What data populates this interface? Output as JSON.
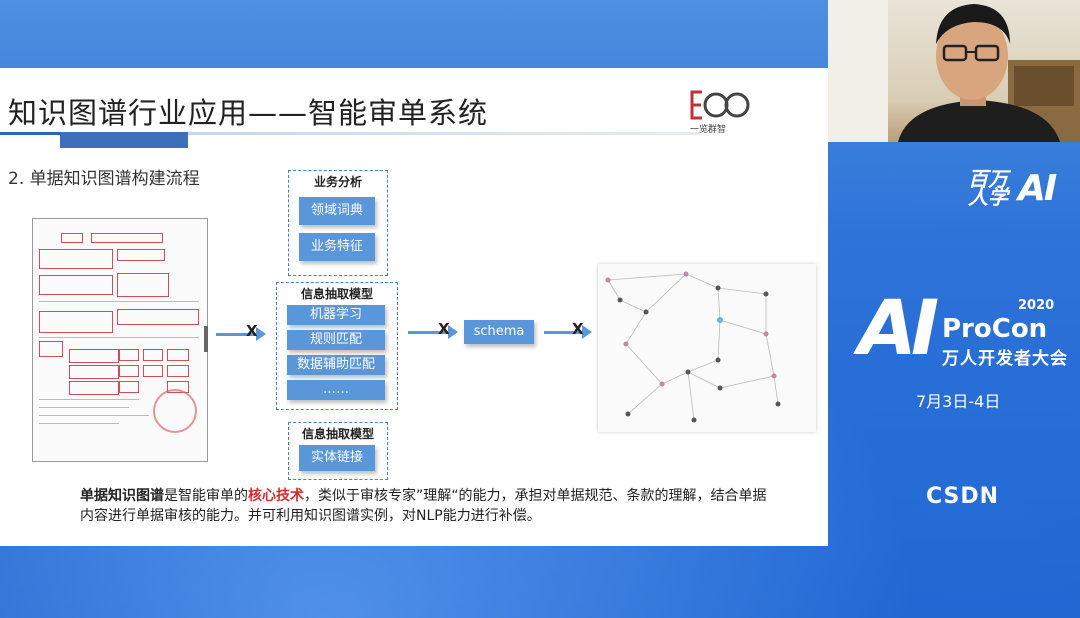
{
  "slide": {
    "title": "知识图谱行业应用——智能审单系统",
    "subtitle": "2. 单据知识图谱构建流程",
    "logo_text": "一览群智",
    "groups": [
      {
        "label": "业务分析",
        "items": [
          "领域词典",
          "业务特征"
        ]
      },
      {
        "label": "信息抽取模型",
        "items": [
          "机器学习",
          "规则匹配",
          "数据辅助匹配",
          "……"
        ]
      },
      {
        "label": "信息抽取模型",
        "items": [
          "实体链接"
        ]
      }
    ],
    "arrow_mark": "X",
    "schema_label": "schema",
    "description": {
      "bold_lead": "单据知识图谱",
      "part1": "是智能审单的",
      "highlight": "核心技术",
      "part2": "，类似于审核专家”理解“的能力，承担对单据规范、条款的理解，结合单据内容进行单据审核的能力。并可利用知识图谱实例，对NLP能力进行补偿。"
    }
  },
  "brand": {
    "baiwan": "百万人学",
    "ai_small": "AI",
    "year": "2020",
    "ai_big": "AI",
    "procon": "ProCon",
    "sub": "万人开发者大会",
    "date": "7月3日-4日",
    "csdn": "CSDN"
  },
  "colors": {
    "accent_blue": "#5a97da",
    "highlight_red": "#d32f2f",
    "background_blue": "#2e74d6"
  }
}
